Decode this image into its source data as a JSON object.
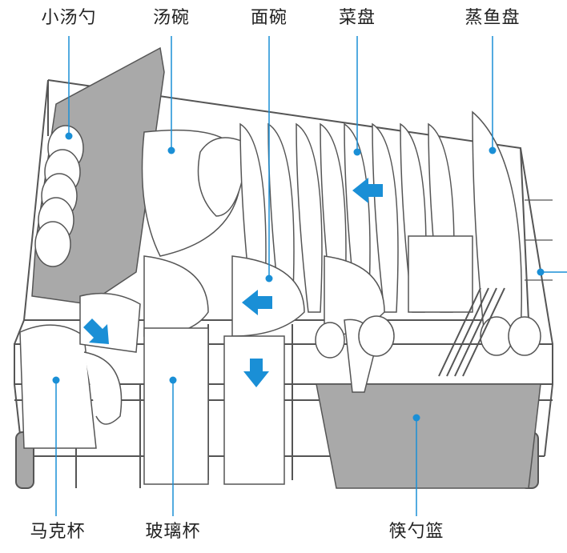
{
  "labels": {
    "small_spoon": "小汤勺",
    "soup_bowl": "汤碗",
    "noodle_bowl": "面碗",
    "dish_plate": "菜盘",
    "fish_plate": "蒸鱼盘",
    "mug": "马克杯",
    "glass_cup": "玻璃杯",
    "chopstick_basket": "筷勺篮"
  },
  "colors": {
    "callout": "#1a8fd6",
    "arrow": "#1a8fd6",
    "line": "#555555",
    "shade": "#a9a9a9",
    "text": "#222222"
  }
}
